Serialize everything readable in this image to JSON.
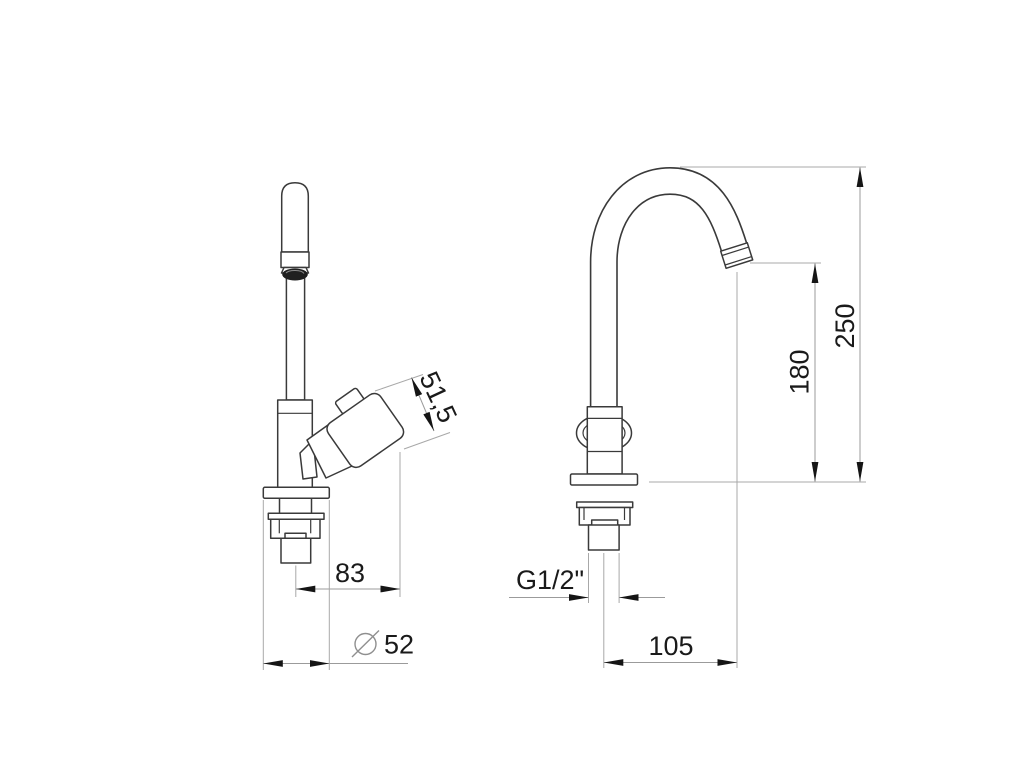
{
  "canvas": {
    "background": "#ffffff"
  },
  "drawing": {
    "dims": {
      "handle_length": "51,5",
      "handle_reach": "83",
      "diameter_symbol": "⌀",
      "base_diameter": "52",
      "thread": "G1/2\"",
      "spout_reach": "105",
      "outlet_height": "180",
      "total_height": "250"
    },
    "colors": {
      "outline": "#3a3a3a",
      "dimension_line": "#9b9b9b",
      "arrow": "#151515",
      "text": "#1a1a1a",
      "background": "#ffffff"
    }
  }
}
